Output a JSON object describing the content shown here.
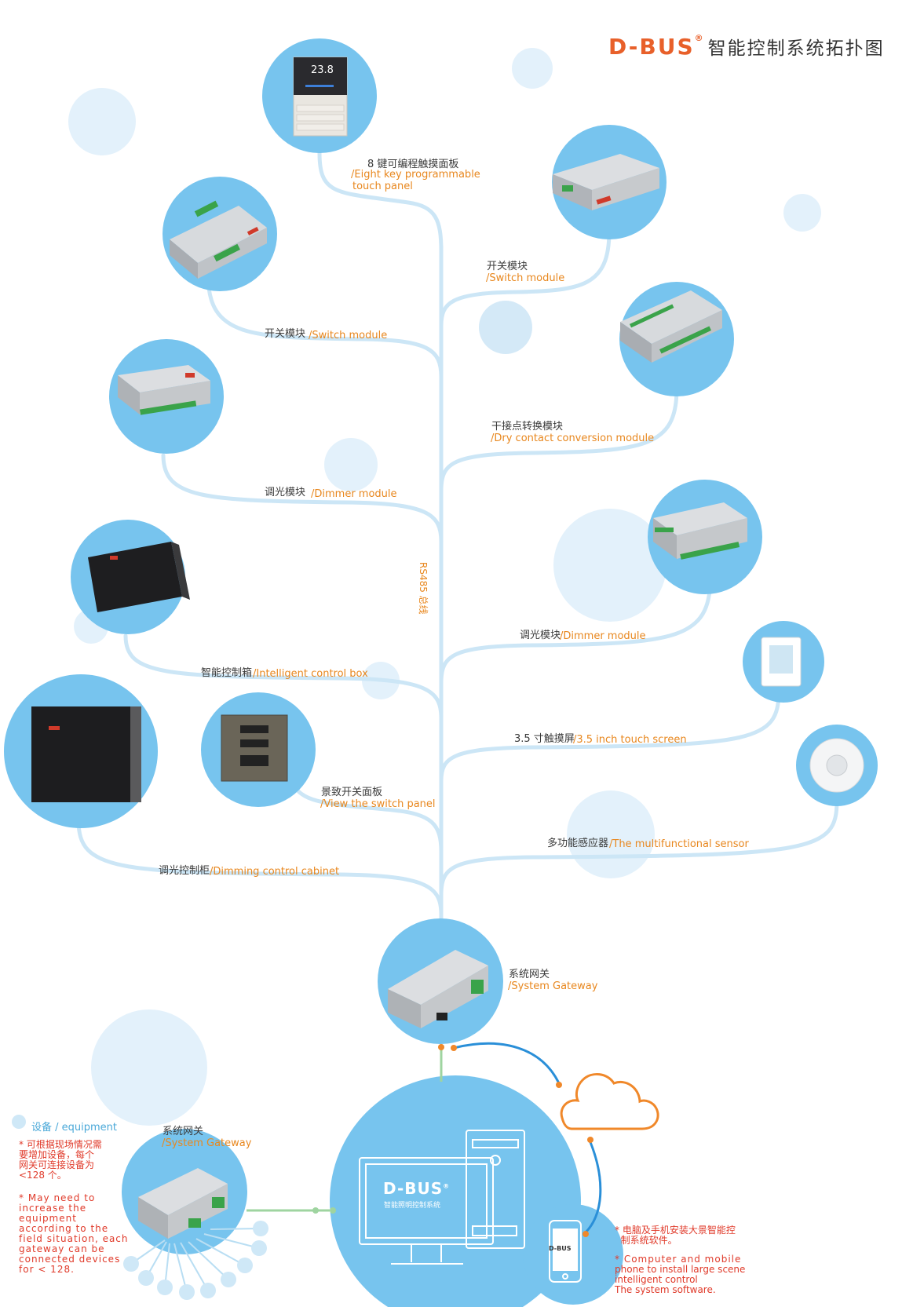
{
  "header": {
    "logo": "D-BUS",
    "logo_mark": "®",
    "title": "智能控制系统拓扑图"
  },
  "bus_label": "RS485 总线",
  "devices": {
    "eight_key_panel": {
      "cn": "8 键可编程触摸面板",
      "en_line1": "/Eight key programmable",
      "en_line2": "touch panel",
      "screen_value": "23.8"
    },
    "switch_module_left": {
      "cn": "开关模块",
      "en": "/Switch module"
    },
    "switch_module_right": {
      "cn": "开关模块",
      "en": "/Switch module"
    },
    "dry_contact_module": {
      "cn": "干接点转换模块",
      "en": "/Dry contact conversion module"
    },
    "dimmer_module_left": {
      "cn": "调光模块 ",
      "en": "/Dimmer module"
    },
    "dimmer_module_right": {
      "cn": "调光模块",
      "en": "/Dimmer module"
    },
    "intelligent_control_box": {
      "cn": "智能控制箱",
      "en": "/Intelligent control box"
    },
    "touch_screen": {
      "cn": "3.5 寸触摸屏",
      "en": "/3.5 inch touch screen"
    },
    "view_switch_panel": {
      "cn": "景致开关面板",
      "en": "/View the switch panel"
    },
    "multifunctional_sensor": {
      "cn": "多功能感应器",
      "en": "/The multifunctional sensor"
    },
    "dimming_cabinet": {
      "cn": "调光控制柜",
      "en": "/Dimming control cabinet"
    },
    "system_gateway_main": {
      "cn": "系统网关",
      "en": "/System Gateway"
    },
    "system_gateway_bottom": {
      "cn": "系统网关",
      "en": "/System Gateway"
    }
  },
  "equipment_note": {
    "heading": "设备 / equipment",
    "cn_lines": [
      "* 可根据现场情况需",
      "要增加设备，每个",
      "网关可连接设备为",
      "<128 个。"
    ],
    "en_lines": [
      "* May need to",
      "increase the",
      "equipment",
      "according to the",
      "field situation, each",
      "gateway can be",
      "connected devices",
      "for < 128."
    ]
  },
  "software_note": {
    "cn_lines": [
      "* 电脑及手机安装大景智能控",
      "  制系统软件。"
    ],
    "en_lines": [
      "* Computer and mobile",
      "phone to install large scene",
      "intelligent control",
      "The system software."
    ]
  },
  "pc": {
    "brand": "D-BUS",
    "brand_mark": "®",
    "subtitle": "智能照明控制系统"
  },
  "phone": {
    "brand": "D-BUS"
  },
  "colors": {
    "circle": "#77c4ee",
    "circle_light": "#e3f1fb",
    "bus_line": "#cce6f6",
    "accent_orange": "#e8871e",
    "logo_orange": "#e8602a",
    "wire_green": "#9fd4a0",
    "wire_blue": "#2a8fd8",
    "cloud": "#f0882a"
  }
}
